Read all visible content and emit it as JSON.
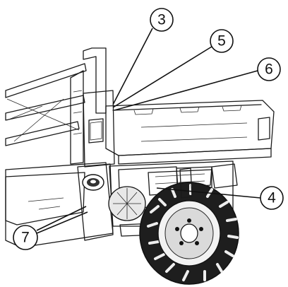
{
  "figure": {
    "callouts": [
      {
        "id": "3",
        "label": "3"
      },
      {
        "id": "5",
        "label": "5"
      },
      {
        "id": "6",
        "label": "6"
      },
      {
        "id": "4",
        "label": "4"
      },
      {
        "id": "7",
        "label": "7"
      }
    ]
  }
}
